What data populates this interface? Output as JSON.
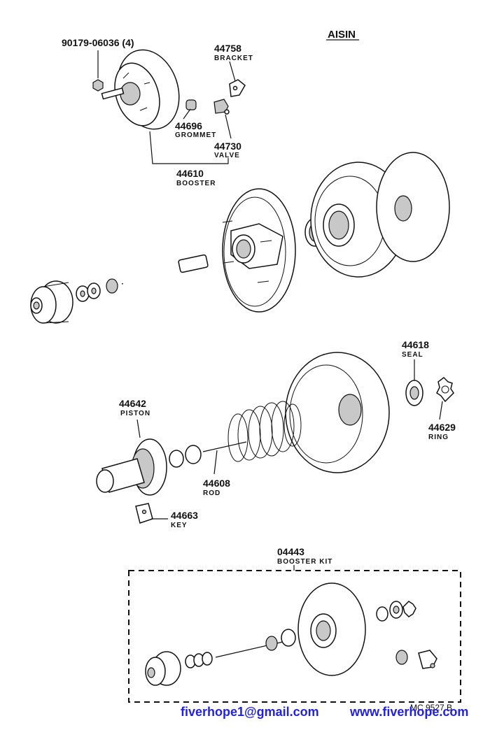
{
  "brand": "AISIN",
  "drawing_code": "MC  9527 B",
  "parts": [
    {
      "number": "90179-06036 (4)",
      "name": ""
    },
    {
      "number": "44758",
      "name": "BRACKET"
    },
    {
      "number": "44696",
      "name": "GROMMET"
    },
    {
      "number": "44730",
      "name": "VALVE"
    },
    {
      "number": "44610",
      "name": "BOOSTER"
    },
    {
      "number": "44618",
      "name": "SEAL"
    },
    {
      "number": "44642",
      "name": "PISTON"
    },
    {
      "number": "44629",
      "name": "RING"
    },
    {
      "number": "44608",
      "name": "ROD"
    },
    {
      "number": "44663",
      "name": "KEY"
    },
    {
      "number": "04443",
      "name": "BOOSTER KIT"
    }
  ],
  "footer": {
    "email": "fiverhope1@gmail.com",
    "website": "www.fiverhope.com",
    "color": "#2222dd"
  }
}
